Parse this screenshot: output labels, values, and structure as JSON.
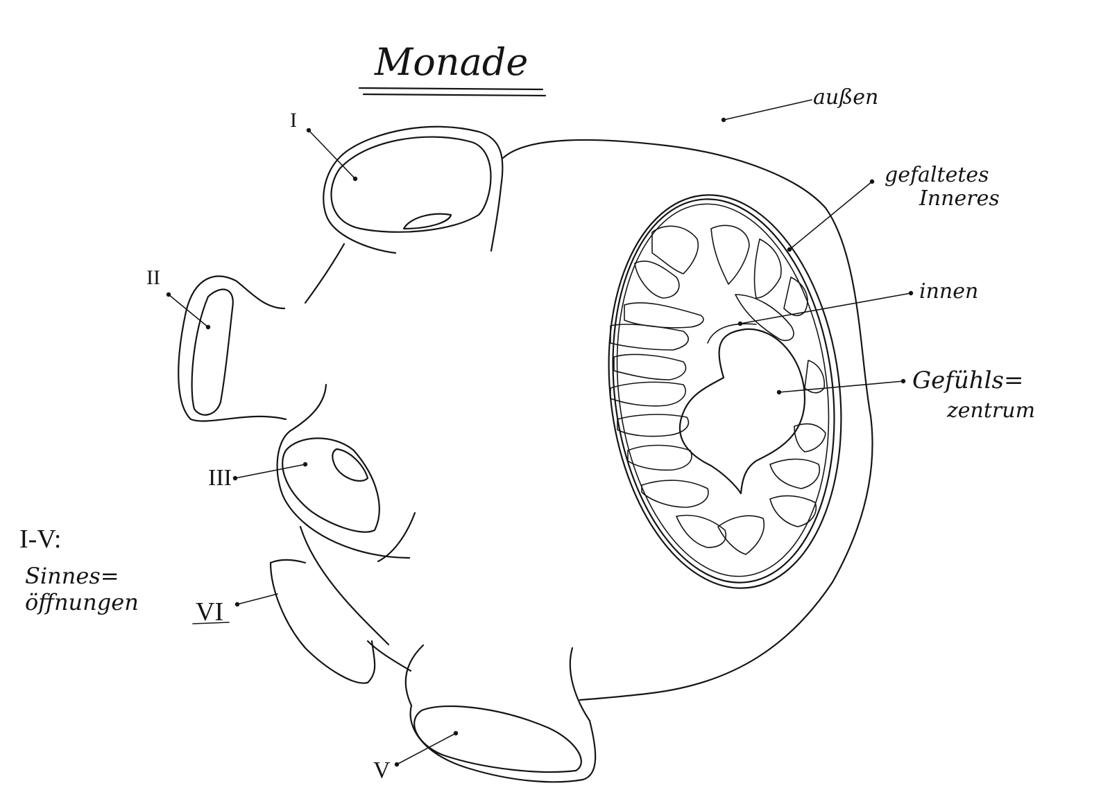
{
  "title": "Monade",
  "labels": {
    "aussen": "außen",
    "gefaltetes_line1": "gefaltetes",
    "gefaltetes_line2": "Inneres",
    "innen": "innen",
    "gefuehls_line1": "Gefühls=",
    "gefuehls_line2": "zentrum"
  },
  "openings": {
    "o1": "I",
    "o2": "II",
    "o3": "III",
    "o6": "VI",
    "o5": "V"
  },
  "legend": {
    "range": "I-V:",
    "line1": "Sinnes=",
    "line2": "öffnungen"
  },
  "ink_color": "#141414"
}
